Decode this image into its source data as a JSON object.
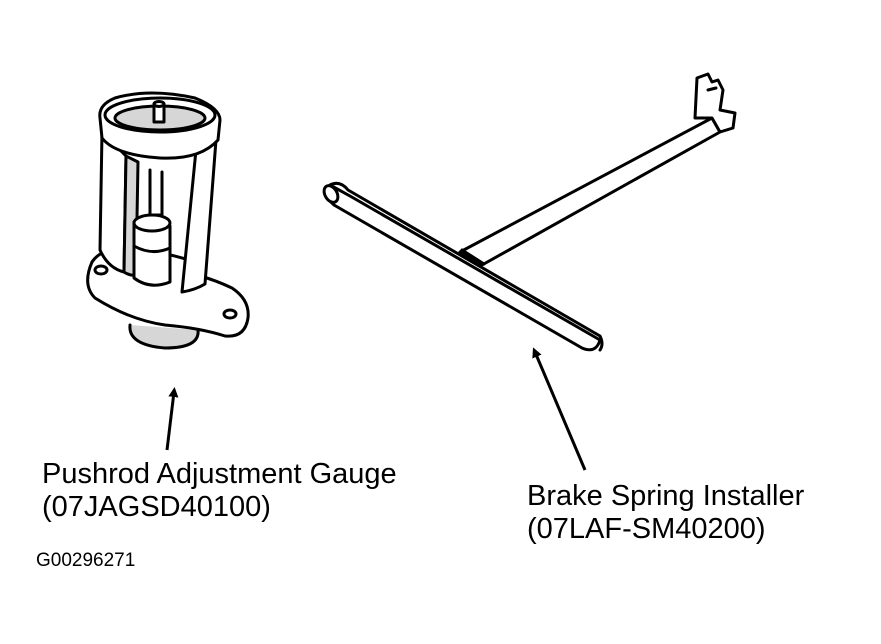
{
  "tools": [
    {
      "name": "Pushrod Adjustment Gauge",
      "part_number": "(07JAGSD40100)"
    },
    {
      "name": "Brake Spring Installer",
      "part_number": "(07LAF-SM40200)"
    }
  ],
  "figure_id": "G00296271",
  "colors": {
    "ink": "#000000",
    "paper": "#ffffff",
    "shade": "#d6d6d6"
  }
}
